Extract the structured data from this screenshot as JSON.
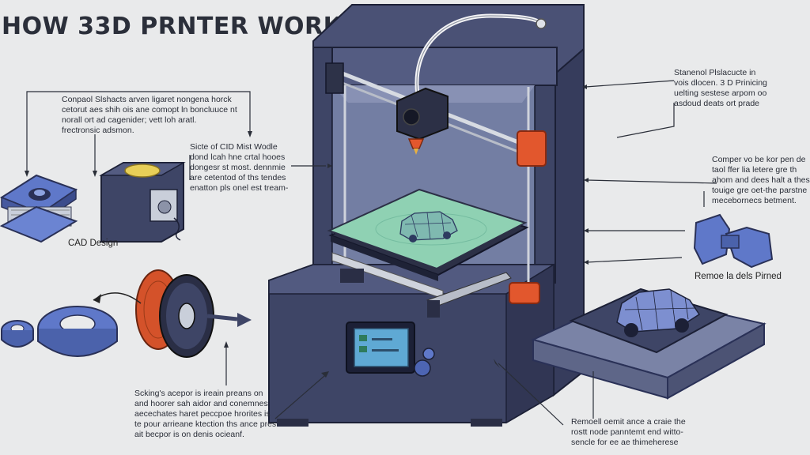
{
  "title": "HOW 33D PRNTER WORKS",
  "notes": {
    "top_left": "Conpaol Slshacts arven ligaret nongena horck\ncetorut aes shih ois ane comopt ln boncluuce nt\nnorall ort ad cagenider; vett loh aratl.\nfrectronsic adsmon.",
    "mid_left": "Sicte of CID Mist Wodle\ndond lcah hne crtal hooes\ndongesr st most. dennmie\nare cetentod of ths tendes\nenatton pls onel est tream-",
    "top_right": "Stanenol Plslacucte in\nvois dlocen. 3 D Prinicing\nuelting sestese arpom oo\nasdoud deats ort prade",
    "mid_right": "Comper vo be kor pen de\ntaol ffer lia letere gre th\nahom and dees halt a thes\ntouige gre oet-the parstne\nmecebornecs betment.",
    "bottom_left": "Scking's acepor is ireain preans on\nand hoorer sah aidor and conemnes\naecechates haret peccpoe hrorites is\nte pour arrieane ktection ths ance pres\nait becpor is on denis ocieanf.",
    "bottom_right": "Remoell oemit ance a craie the\nrostt node panntemt end witto-\nsencle for ee ae thimeherese"
  },
  "captions": {
    "cad_design": "CAD Design",
    "remove_printed": "Remoe la dels Pirned"
  },
  "colors": {
    "frame": "#3e4566",
    "frame_dark": "#2c3150",
    "bed": "#8fd1b3",
    "accent_orange": "#e2572d",
    "filament": "#d4522a",
    "part_blue": "#5f78c9"
  },
  "icons": [
    "cad-frame-icon",
    "filament-box-icon",
    "filament-spool-icon",
    "printed-car-icon",
    "puzzle-part-icon",
    "ring-part-icon"
  ]
}
